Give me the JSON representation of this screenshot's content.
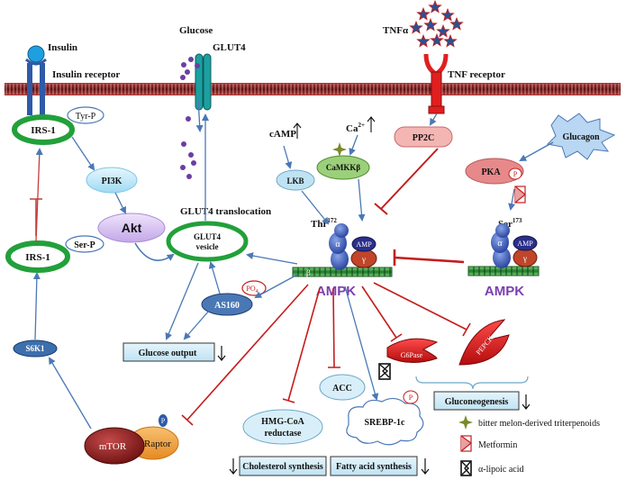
{
  "labels": {
    "insulin": "Insulin",
    "insulin_receptor": "Insulin receptor",
    "tyr_p": "Tyr-P",
    "irs1_top": "IRS-1",
    "pi3k": "PI3K",
    "akt": "Akt",
    "irs1_lower": "IRS-1",
    "ser_p": "Ser-P",
    "s6k1": "S6K1",
    "mtor": "mTOR",
    "raptor": "Raptor",
    "raptor_p": "P",
    "glucose": "Glucose",
    "glut4": "GLUT4",
    "glut4_translocation": "GLUT4 translocation",
    "glut4_vesicle_1": "GLUT4",
    "glut4_vesicle_2": "vesicle",
    "as160": "AS160",
    "po4": "PO",
    "po4_sub": "4",
    "glucose_output": "Glucose  output",
    "tnfa": "TNFα",
    "tnf_receptor": "TNF receptor",
    "pp2c": "PP2C",
    "camp": "cAMP",
    "ca": "Ca",
    "ca_sup": "2+",
    "camkkb": "CaMKKβ",
    "lkb": "LKB",
    "glucagon": "Glucagon",
    "pka": "PKA",
    "pka_p": "P",
    "thr": "Thr",
    "thr_sup": "172",
    "ser173": "Ser",
    "ser173_sup": "173",
    "ampk_main": "AMPK",
    "ampk_right": "AMPK",
    "alpha": "α",
    "beta": "β",
    "gamma": "γ",
    "amp": "AMP",
    "acc": "ACC",
    "g6pase": "G6Pase",
    "pepck": "PEPCK",
    "gluconeogenesis": "Gluconeogenesis",
    "hmg_1": "HMG-CoA",
    "hmg_2": "reductase",
    "srebp": "SREBP-1c",
    "srebp_p": "P",
    "cholesterol_synthesis": "Cholesterol synthesis",
    "fatty_acid_synthesis": "Fatty acid synthesis"
  },
  "legend": [
    {
      "label": "bitter melon-derived triterpenoids",
      "icon": "star-icon"
    },
    {
      "label": "Metformin",
      "icon": "metformin-icon"
    },
    {
      "label": "α-lipoic acid",
      "icon": "lipoic-acid-icon"
    }
  ],
  "colors": {
    "membrane": "#8b1c1c",
    "activation_arrow": "#4a78b5",
    "inhibition": "#c41d1d",
    "irs1_ring": "#22a03a",
    "ampk_text": "#7a3fb0",
    "pp2c_fill": "#f4b6b3",
    "pka_fill": "#e7898a",
    "receptor_fill": "#e01f1f",
    "insulin_fill": "#1ea0e0",
    "camkk_fill": "#9bd07a",
    "glucose_dot": "#6b3fa0"
  }
}
